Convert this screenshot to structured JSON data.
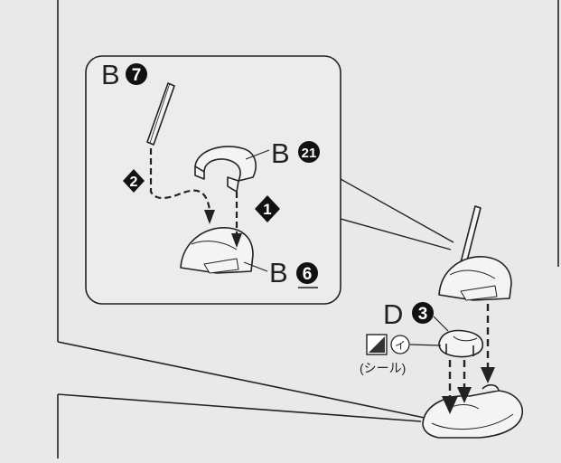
{
  "diagram": {
    "parts": {
      "b7": {
        "letter": "B",
        "number": "7"
      },
      "b21": {
        "letter": "B",
        "number": "21"
      },
      "b6": {
        "letter": "B",
        "number": "6"
      },
      "d3": {
        "letter": "D",
        "number": "3"
      }
    },
    "steps": [
      {
        "number": "1"
      },
      {
        "number": "2"
      }
    ],
    "sticker": {
      "mark": "イ",
      "label": "(シール)"
    }
  },
  "colors": {
    "background": "#e9e9e9",
    "line": "#222222",
    "part_fill": "#f4f4f4"
  }
}
